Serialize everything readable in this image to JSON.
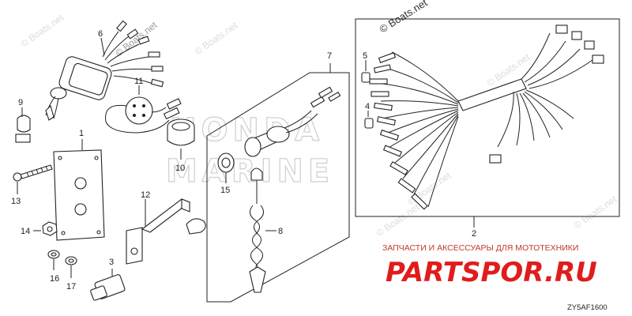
{
  "callouts": {
    "n1": "1",
    "n2": "2",
    "n3": "3",
    "n4": "4",
    "n5": "5",
    "n6": "6",
    "n7": "7",
    "n8": "8",
    "n9": "9",
    "n10": "10",
    "n11": "11",
    "n12": "12",
    "n13": "13",
    "n14": "14",
    "n15": "15",
    "n16": "16",
    "n17": "17"
  },
  "watermarks": {
    "copyright_1": "© Boats.net",
    "copyright_2": "© Boats.net",
    "brand_line1": "HONDA",
    "brand_line2": "MARINE"
  },
  "footer": {
    "shop_text": "ЗАПЧАСТИ И АКСЕССУАРЫ ДЛЯ МОТОТЕХНИКИ",
    "shop_logo": "PARTSPOR.RU",
    "diagram_code": "ZY5AF1600"
  }
}
